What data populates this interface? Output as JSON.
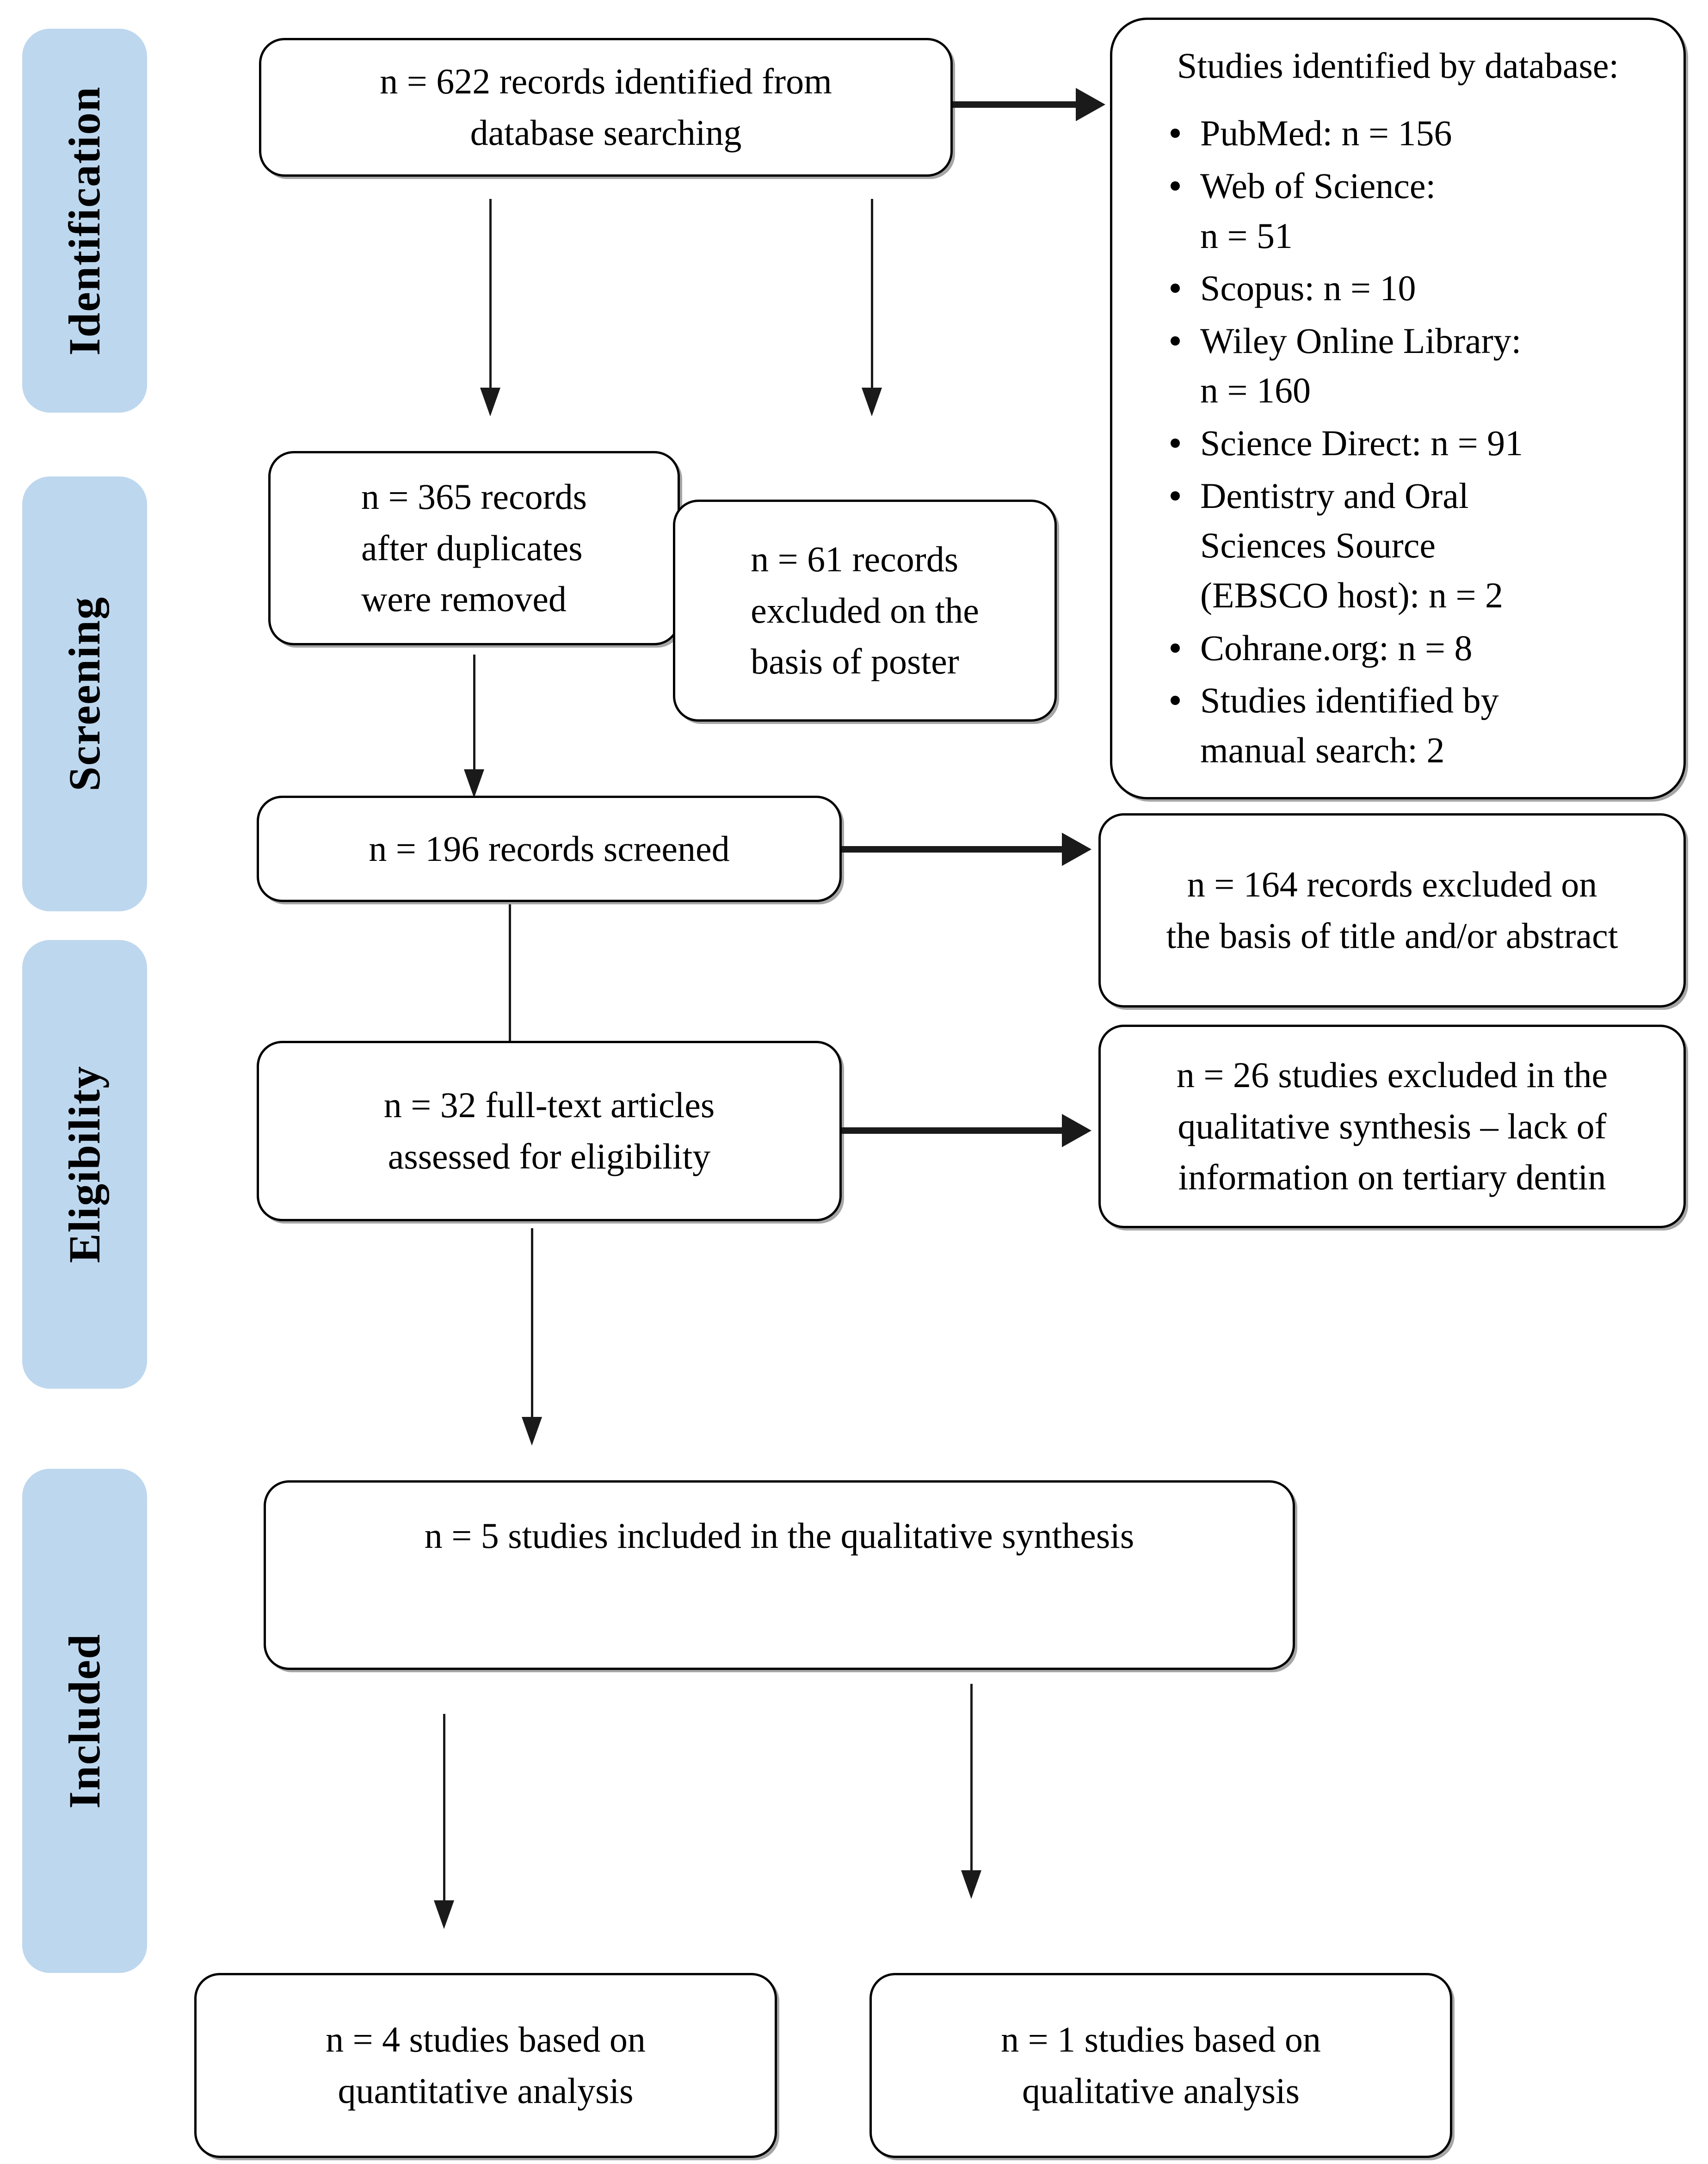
{
  "diagram": {
    "type": "prisma-flow-diagram",
    "accent_color": "#bdd7ee",
    "line_color": "#000000"
  },
  "stages": [
    {
      "id": "identification",
      "label": "Identification"
    },
    {
      "id": "screening",
      "label": "Screening"
    },
    {
      "id": "eligibility",
      "label": "Eligibility"
    },
    {
      "id": "included",
      "label": "Included"
    }
  ],
  "boxes": {
    "identified": {
      "line1": "n = 622 records identified from",
      "line2": "database searching"
    },
    "duplicates": {
      "line1": "n = 365 records",
      "line2": "after duplicates",
      "line3": "were removed"
    },
    "poster_excluded": {
      "line1": "n = 61 records",
      "line2": "excluded on the",
      "line3": "basis of poster"
    },
    "screened": {
      "line1": "n = 196 records screened"
    },
    "title_excluded": {
      "line1": "n = 164 records excluded on",
      "line2": "the basis of title and/or abstract"
    },
    "fulltext": {
      "line1": "n = 32 full-text articles",
      "line2": "assessed for eligibility"
    },
    "studies_excluded": {
      "line1": "n = 26 studies excluded in the",
      "line2": "qualitative synthesis – lack of",
      "line3": "information on tertiary dentin"
    },
    "included_qual": {
      "line1": "n = 5 studies included in the qualitative synthesis"
    },
    "quantitative": {
      "line1": "n = 4 studies based on",
      "line2": "quantitative analysis"
    },
    "qualitative": {
      "line1": "n = 1 studies based on",
      "line2": "qualitative analysis"
    }
  },
  "database_box": {
    "title": "Studies identified by database:",
    "items": [
      "PubMed: n = 156",
      "Web of Science:\nn = 51",
      "Scopus: n = 10",
      "Wiley Online Library:\nn = 160",
      "Science Direct: n = 91",
      "Dentistry and Oral\nSciences Source\n(EBSCO host): n = 2",
      "Cohrane.org: n = 8",
      "Studies identified by\nmanual search: 2"
    ]
  }
}
